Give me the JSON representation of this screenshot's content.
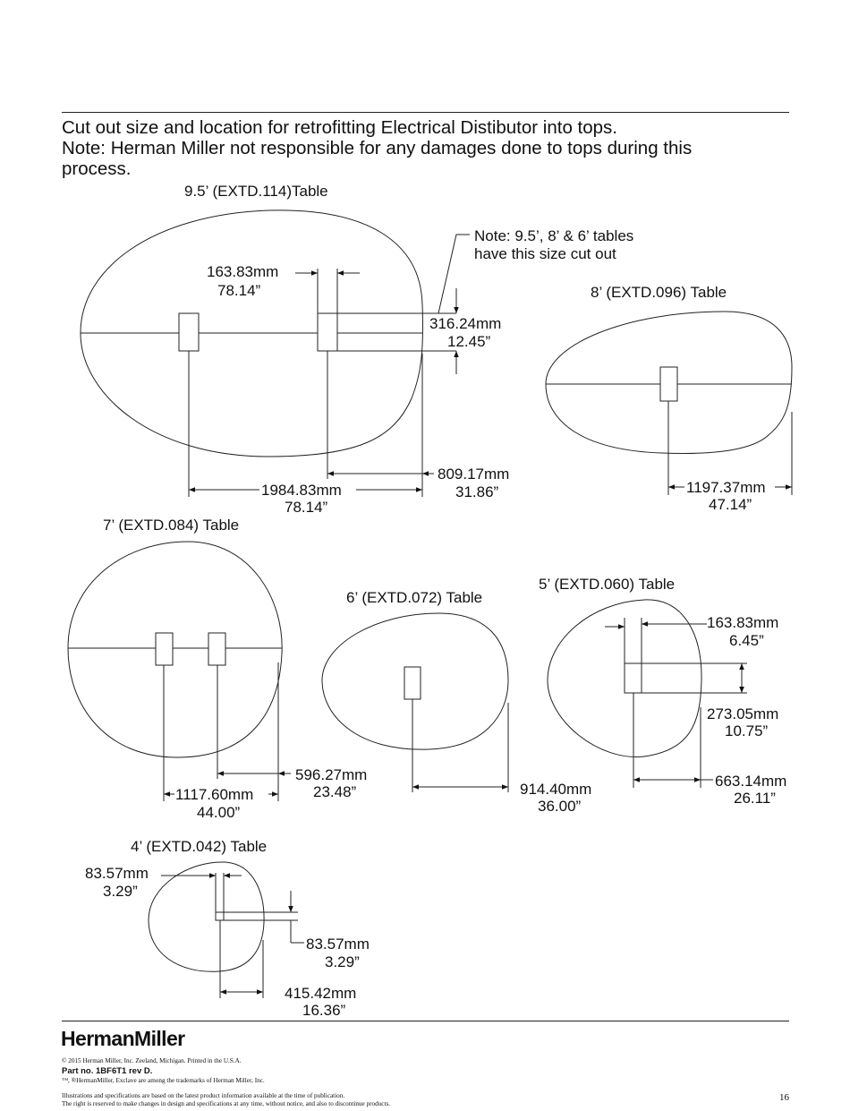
{
  "header": {
    "line1": "Cut out size and location for retrofitting Electrical Distibutor into tops.",
    "line2": "Note: Herman Miller not responsible for any damages done to tops during this",
    "line3": "process."
  },
  "tables": {
    "t95": {
      "title": "9.5’ (EXTD.114)Table",
      "cut_width_mm": "163.83mm",
      "cut_width_in": "78.14”",
      "cut_height_mm": "316.24mm",
      "cut_height_in": "12.45”",
      "note_line1": "Note: 9.5’, 8’ & 6’ tables",
      "note_line2": "have this size cut out",
      "dim_a_mm": "809.17mm",
      "dim_a_in": "31.86”",
      "dim_b_mm": "1984.83mm",
      "dim_b_in": "78.14”"
    },
    "t8": {
      "title": "8’ (EXTD.096) Table",
      "dim_mm": "1197.37mm",
      "dim_in": "47.14”"
    },
    "t7": {
      "title": "7’ (EXTD.084) Table",
      "dim_a_mm": "596.27mm",
      "dim_a_in": "23.48”",
      "dim_b_mm": "1117.60mm",
      "dim_b_in": "44.00”"
    },
    "t6": {
      "title": "6’ (EXTD.072) Table",
      "dim_mm": "914.40mm",
      "dim_in": "36.00”"
    },
    "t5": {
      "title": "5’ (EXTD.060) Table",
      "cut_width_mm": "163.83mm",
      "cut_width_in": "6.45”",
      "cut_height_mm": "273.05mm",
      "cut_height_in": "10.75”",
      "dim_mm": "663.14mm",
      "dim_in": "26.11”"
    },
    "t4": {
      "title": "4’ (EXTD.042) Table",
      "cut_width_mm": "83.57mm",
      "cut_width_in": "3.29”",
      "cut_height_mm": "83.57mm",
      "cut_height_in": "3.29”",
      "dim_mm": "415.42mm",
      "dim_in": "16.36”"
    }
  },
  "footer": {
    "brand": "HermanMiller",
    "copyright": "© 2015 Herman Miller, Inc. Zeeland, Michigan. Printed in the U.S.A.",
    "part_no": "Part no. 1BF6T1 rev D.",
    "trademarks": "™, ®HermanMiller, Exclave are among the trademarks of Herman Miller, Inc.",
    "disclaimer1": "Illustrations and specifications are based on the latest product information available at the time of publication.",
    "disclaimer2": "The right is reserved to make changes in design and specifications at any time, without notice, and also to discontinue products.",
    "page_number": "16"
  }
}
